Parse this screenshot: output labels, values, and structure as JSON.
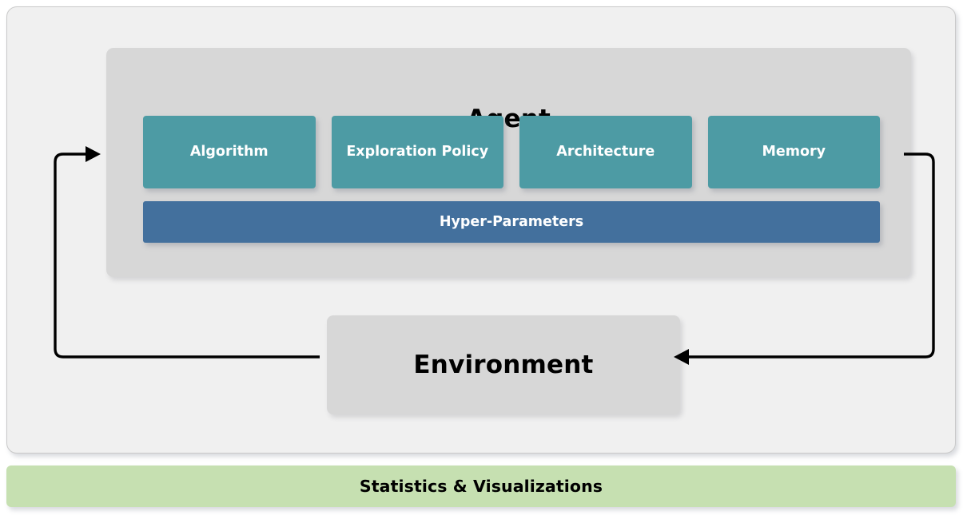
{
  "diagram": {
    "title_text": "Agent",
    "agent": {
      "label": "Agent",
      "components": [
        {
          "label": "Algorithm",
          "color": "#4d9ba4"
        },
        {
          "label": "Exploration Policy",
          "color": "#4d9ba4"
        },
        {
          "label": "Architecture",
          "color": "#4d9ba4"
        },
        {
          "label": "Memory",
          "color": "#4d9ba4"
        }
      ],
      "hyper_parameters": {
        "label": "Hyper-Parameters",
        "color": "#43709d"
      }
    },
    "environment": {
      "label": "Environment",
      "color": "#d7d7d7"
    },
    "statistics": {
      "label": "Statistics & Visualizations",
      "color": "#c6e0b1"
    },
    "arrows": [
      {
        "name": "environment-to-agent",
        "direction": "right",
        "description": "left feedback path from Environment up into Agent"
      },
      {
        "name": "agent-to-environment",
        "direction": "left",
        "description": "right path from Agent down into Environment"
      }
    ],
    "colors": {
      "panel_background": "#f0f0f0",
      "panel_border": "#c9c9c9",
      "block_gray": "#d7d7d7",
      "accent_teal": "#4d9ba4",
      "accent_blue": "#43709d",
      "accent_green": "#c6e0b1",
      "arrow_stroke": "#000000",
      "text_dark": "#000000",
      "text_light": "#ffffff"
    }
  }
}
